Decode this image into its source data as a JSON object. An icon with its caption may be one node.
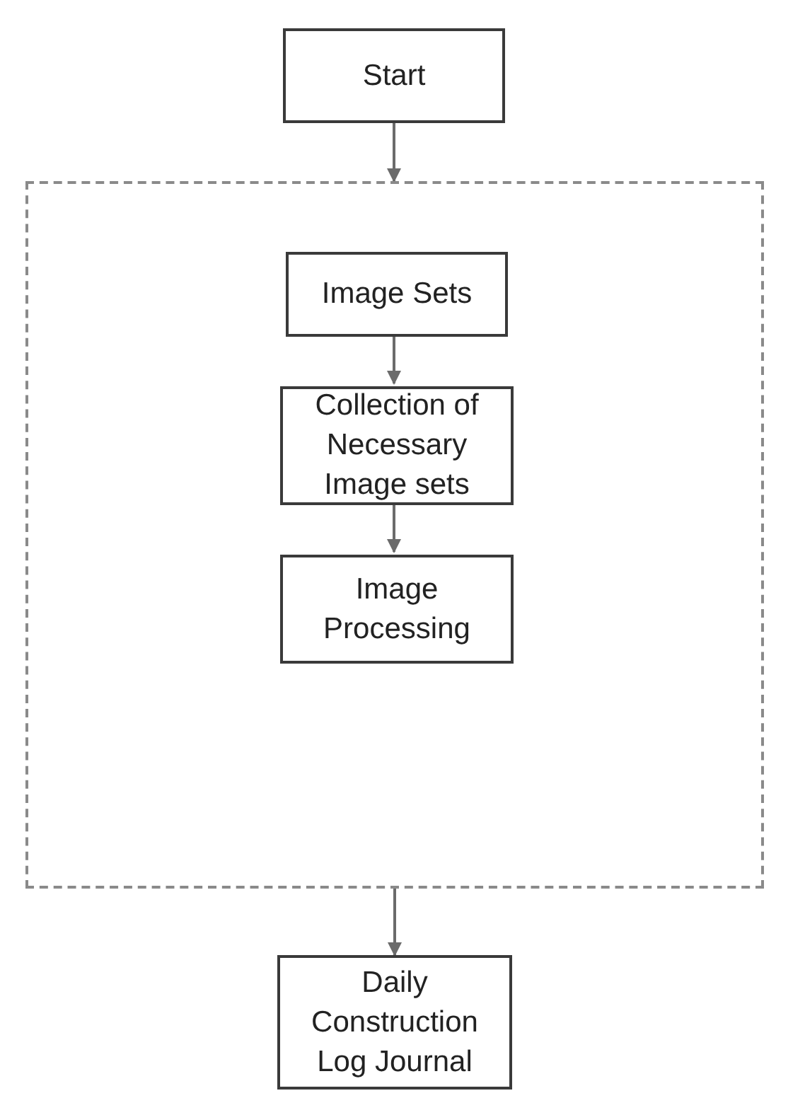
{
  "diagram": {
    "nodes": [
      {
        "text": [
          "Start"
        ]
      },
      {
        "text": [],
        "shape": "box"
      },
      {
        "text": [
          "Image Sets"
        ],
        "in": 1
      },
      {
        "text": [
          "Collection of Necessary Image sets"
        ],
        "in": 1
      },
      {
        "text": [
          "Image Processing"
        ],
        "in": 1
      },
      {
        "text": [
          "Daily Construction Log Journal"
        ]
      }
    ],
    "edges": [
      {
        "from": 0,
        "to": 1,
        "arrow": "to"
      },
      {
        "from": 2,
        "to": 3,
        "arrow": "to"
      },
      {
        "from": 3,
        "to": 4,
        "arrow": "to"
      },
      {
        "from": 1,
        "to": 5,
        "arrow": "to"
      }
    ]
  }
}
